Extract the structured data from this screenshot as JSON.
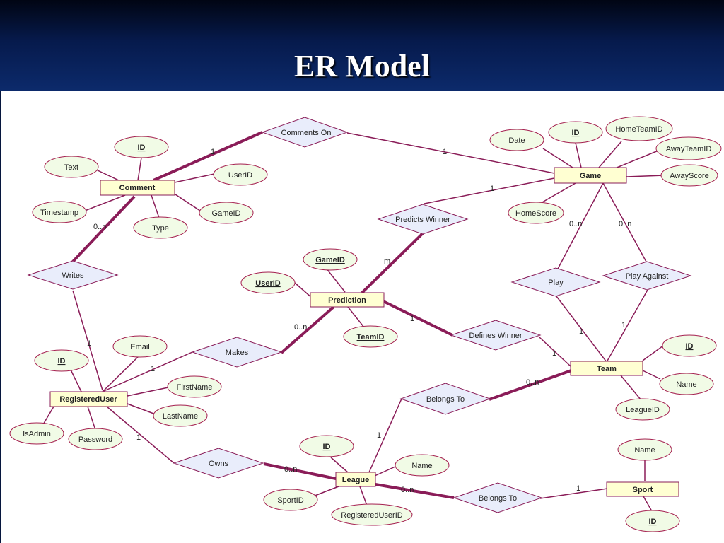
{
  "title": "ER Model",
  "entities": {
    "comment": "Comment",
    "game": "Game",
    "prediction": "Prediction",
    "team": "Team",
    "registered_user": "RegisteredUser",
    "league": "League",
    "sport": "Sport"
  },
  "relationships": {
    "comments_on": "Comments On",
    "predicts_winner": "Predicts Winner",
    "writes": "Writes",
    "makes": "Makes",
    "defines_winner": "Defines Winner",
    "play": "Play",
    "play_against": "Play Against",
    "belongs_to_team": "Belongs To",
    "owns": "Owns",
    "belongs_to_sport": "Belongs To"
  },
  "attributes": {
    "comment_id": "ID",
    "comment_text": "Text",
    "comment_timestamp": "Timestamp",
    "comment_type": "Type",
    "comment_userid": "UserID",
    "comment_gameid": "GameID",
    "game_date": "Date",
    "game_id": "ID",
    "game_hometeamid": "HomeTeamID",
    "game_awayteamid": "AwayTeamID",
    "game_awayscore": "AwayScore",
    "game_homescore": "HomeScore",
    "prediction_gameid": "GameID",
    "prediction_userid": "UserID",
    "prediction_teamid": "TeamID",
    "user_email": "Email",
    "user_id": "ID",
    "user_firstname": "FirstName",
    "user_lastname": "LastName",
    "user_isadmin": "IsAdmin",
    "user_password": "Password",
    "team_id": "ID",
    "team_name": "Name",
    "team_leagueid": "LeagueID",
    "league_id": "ID",
    "league_name": "Name",
    "league_sportid": "SportID",
    "league_registereduserid": "RegisteredUserID",
    "sport_name": "Name",
    "sport_id": "ID"
  },
  "cardinalities": {
    "comment_comments_on": "1",
    "game_comments_on": "1",
    "comment_writes": "0..n",
    "user_writes": "1",
    "game_predicts": "1",
    "prediction_predicts": "m",
    "game_play": "0..n",
    "game_play_against": "0..n",
    "team_play": "1",
    "team_play_against": "1",
    "prediction_defines": "1",
    "team_defines": "1",
    "prediction_makes": "0..n",
    "user_makes": "1",
    "team_belongs": "0..n",
    "league_belongs_team": "1",
    "user_owns": "1",
    "league_owns": "0..n",
    "league_belongs_sport": "0..n",
    "sport_belongs": "1"
  },
  "colors": {
    "line": "#8a1c58",
    "entity_fill": "#ffffd2",
    "entity_border": "#8a1c58",
    "attribute_fill": "#f1fbe6",
    "attribute_border": "#a52050",
    "relationship_fill": "#e9edfb",
    "relationship_border": "#8a1c58"
  }
}
